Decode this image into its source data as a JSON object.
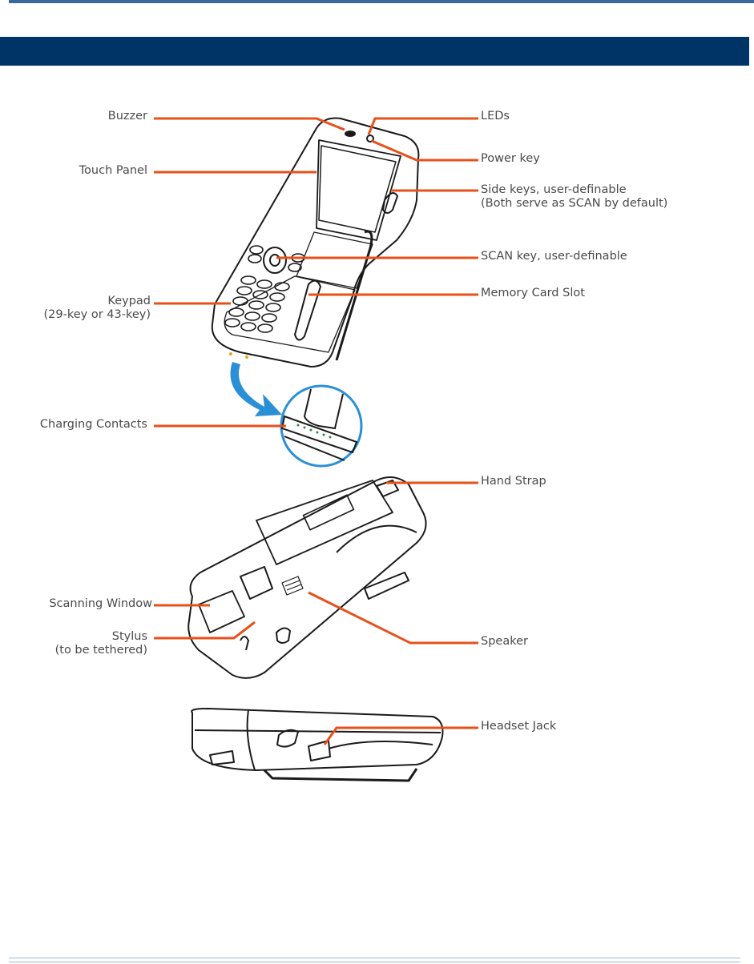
{
  "header": {
    "title": ""
  },
  "colors": {
    "leader": "#e8501a",
    "band": "#003366",
    "rule": "#3a6a9c",
    "arrow": "#2b8fd6",
    "text": "#4a4a4a"
  },
  "callouts": {
    "buzzer": {
      "label": "Buzzer"
    },
    "touch_panel": {
      "label": "Touch Panel"
    },
    "keypad": {
      "label": "Keypad",
      "sub": "(29-key or 43-key)"
    },
    "charging_contacts": {
      "label": "Charging Contacts"
    },
    "leds": {
      "label": "LEDs"
    },
    "power_key": {
      "label": "Power key"
    },
    "side_keys": {
      "label": "Side keys, user-definable",
      "sub": "(Both serve as SCAN by default)"
    },
    "scan_key": {
      "label": "SCAN key, user-definable"
    },
    "memory_card_slot": {
      "label": "Memory Card Slot"
    },
    "hand_strap": {
      "label": "Hand Strap"
    },
    "scanning_window": {
      "label": "Scanning Window"
    },
    "stylus": {
      "label": "Stylus",
      "sub": "(to be tethered)"
    },
    "speaker": {
      "label": "Speaker"
    },
    "headset_jack": {
      "label": "Headset Jack"
    }
  }
}
